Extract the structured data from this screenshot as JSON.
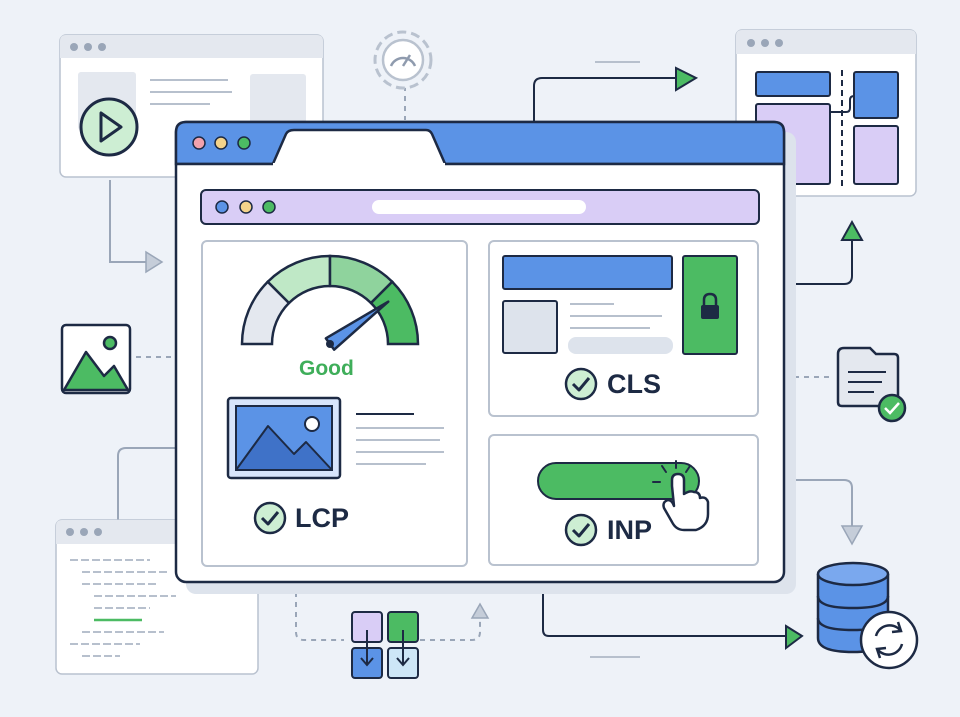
{
  "gauge": {
    "label": "Good",
    "level": 0.8
  },
  "metrics": {
    "lcp": {
      "label": "LCP",
      "status": "passed"
    },
    "cls": {
      "label": "CLS",
      "status": "passed"
    },
    "inp": {
      "label": "INP",
      "status": "passed"
    }
  },
  "icons": {
    "gauge": "speedometer-icon",
    "settings": "gear-speed-icon",
    "media": "play-icon",
    "image": "image-icon",
    "lock": "lock-icon",
    "pointer": "hand-pointer-icon",
    "file": "folder-document-icon",
    "database": "database-sync-icon"
  },
  "colors": {
    "blue": "#5b93e6",
    "green": "#4cbb63",
    "light_green": "#bfe8c6",
    "purple": "#d9cdf6",
    "navy": "#1d2a44",
    "gray": "#aab3c2"
  }
}
